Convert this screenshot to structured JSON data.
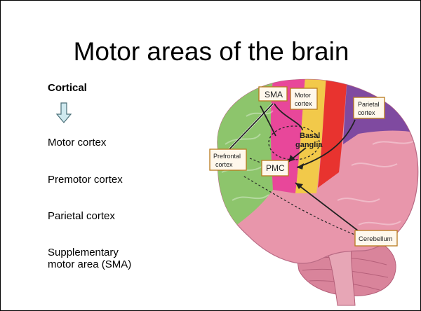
{
  "slide": {
    "title": "Motor areas of the brain",
    "heading": "Cortical",
    "arrow_icon": "down-arrow-icon",
    "items": [
      "Motor cortex",
      "Premotor cortex",
      "Parietal cortex",
      "Supplementary motor area (SMA)"
    ],
    "items_display": [
      [
        "Motor cortex"
      ],
      [
        "Premotor cortex"
      ],
      [
        "Parietal cortex"
      ],
      [
        "Supplementary",
        "motor area (SMA)"
      ]
    ]
  },
  "figure": {
    "labels": {
      "sma": "SMA",
      "motor_cortex_1": "Motor",
      "motor_cortex_2": "cortex",
      "parietal_1": "Parietal",
      "parietal_2": "cortex",
      "basal_1": "Basal",
      "basal_2": "ganglia",
      "prefrontal_1": "Prefrontal",
      "prefrontal_2": "cortex",
      "pmc": "PMC",
      "cerebellum": "Cerebellum"
    },
    "colors": {
      "prefrontal": "#8dc56c",
      "sma": "#e8479a",
      "motor": "#f2c94a",
      "somatosensory": "#e8332f",
      "parietal": "#7f4aa0",
      "cortex_pink": "#e896ab",
      "cerebellum": "#d9849b"
    }
  }
}
